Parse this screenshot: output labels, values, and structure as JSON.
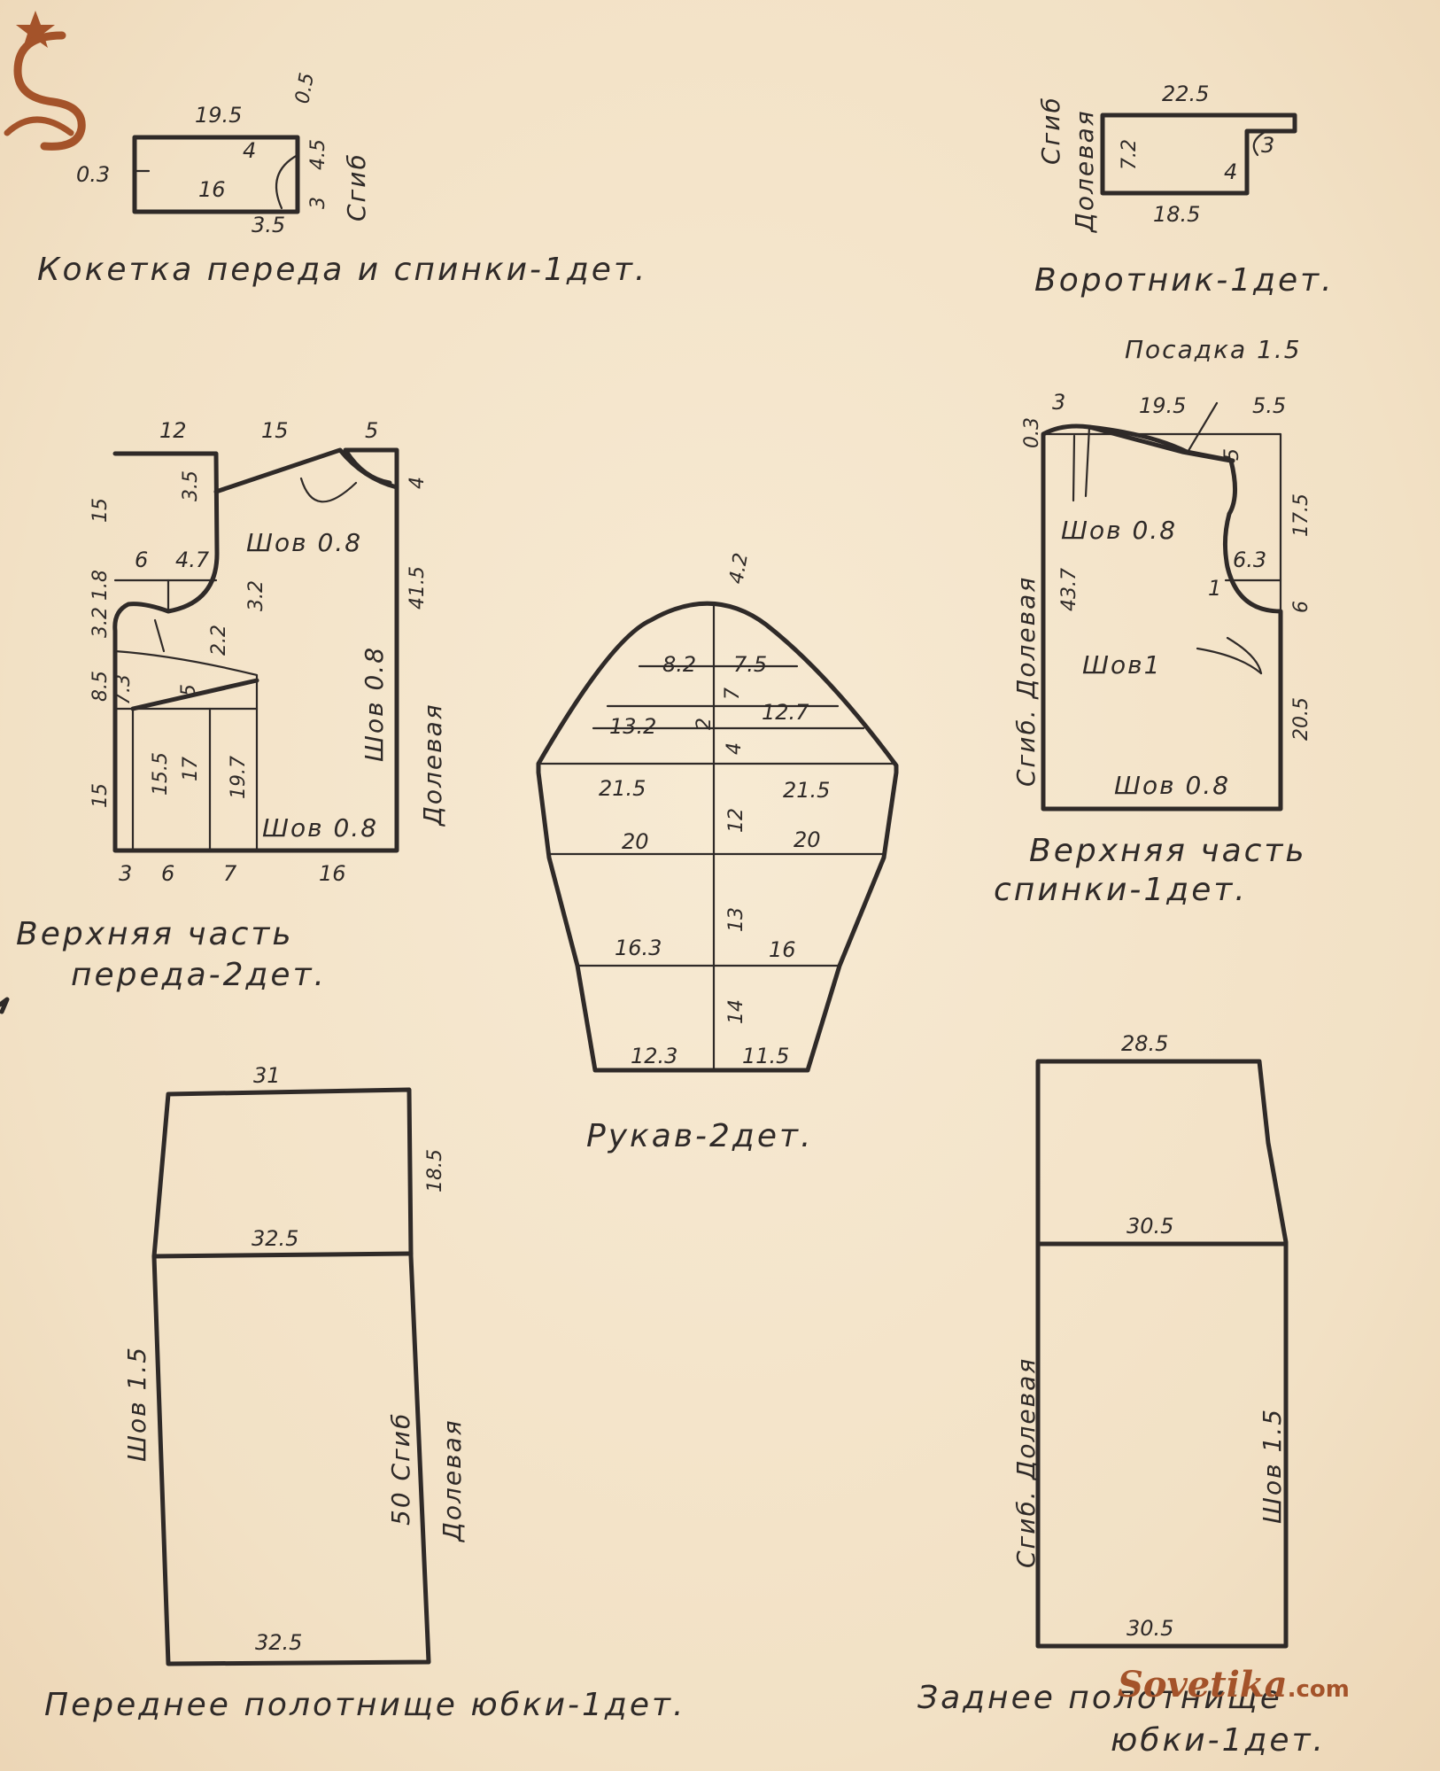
{
  "captions": {
    "yoke": "Кокетка переда  и спинки-1дет.",
    "collar": "Воротник-1дет.",
    "front_line1": "Верхняя часть",
    "front_line2": "переда-2дет.",
    "back_line1": "Верхняя часть",
    "back_line2": "спинки-1дет.",
    "sleeve": "Рукав-2дет.",
    "skirt_front": "Переднее полотнище  юбки-1дет.",
    "skirt_back_line1": "Заднее полотнище",
    "skirt_back_line2": "юбки-1дет."
  },
  "labels": {
    "fold": "Сгиб",
    "grain": "Долевая",
    "fold_grain": "Сгиб. Долевая",
    "seam08": "Шов 0.8",
    "seam1": "Шов1",
    "seam15": "Шов 1.5",
    "ease": "Посадка 1.5",
    "fold50": "50  Сгиб"
  },
  "yoke": {
    "width_top": "19.5",
    "a": "0.5",
    "left": "0.3",
    "inner": "16",
    "curve": "4",
    "h1": "4.5",
    "h2": "3",
    "bottom": "3.5"
  },
  "collar": {
    "top": "22.5",
    "height": "7.2",
    "notch_v": "4",
    "notch_h": "3",
    "bottom": "18.5"
  },
  "front": {
    "top": [
      "12",
      "15",
      "5"
    ],
    "left": [
      "15",
      "3.2",
      "1.8",
      "8.5",
      "15"
    ],
    "right": [
      "4",
      "41.5"
    ],
    "inner": [
      "3.5",
      "6",
      "4.7",
      "3.2",
      "2.2",
      "7.3",
      "5",
      "15.5",
      "17",
      "19.7"
    ],
    "bottom": [
      "3",
      "6",
      "7",
      "16"
    ]
  },
  "sleeve": {
    "top": "4.2",
    "cells": [
      "8.2",
      "7.5",
      "7",
      "13.2",
      "2",
      "12.7",
      "4",
      "21.5",
      "21.5",
      "12",
      "20",
      "20",
      "13",
      "16.3",
      "16",
      "14",
      "12.3",
      "11.5"
    ]
  },
  "back": {
    "top": [
      "3",
      "19.5",
      "5.5"
    ],
    "left": [
      "0.3",
      "43.7"
    ],
    "right": [
      "17.5",
      "6",
      "20.5"
    ],
    "inner": [
      "5",
      "6.3",
      "1"
    ]
  },
  "skirt_front": {
    "top": "31",
    "mid": "32.5",
    "bottom": "32.5",
    "right": "18.5"
  },
  "skirt_back": {
    "top": "28.5",
    "mid": "30.5",
    "bottom": "30.5"
  },
  "watermark": {
    "name": "Sovetika",
    "domain": ".com"
  },
  "colors": {
    "ink": "#2f2a28",
    "paper": "#f4e6cd",
    "watermark": "#a4532a"
  }
}
